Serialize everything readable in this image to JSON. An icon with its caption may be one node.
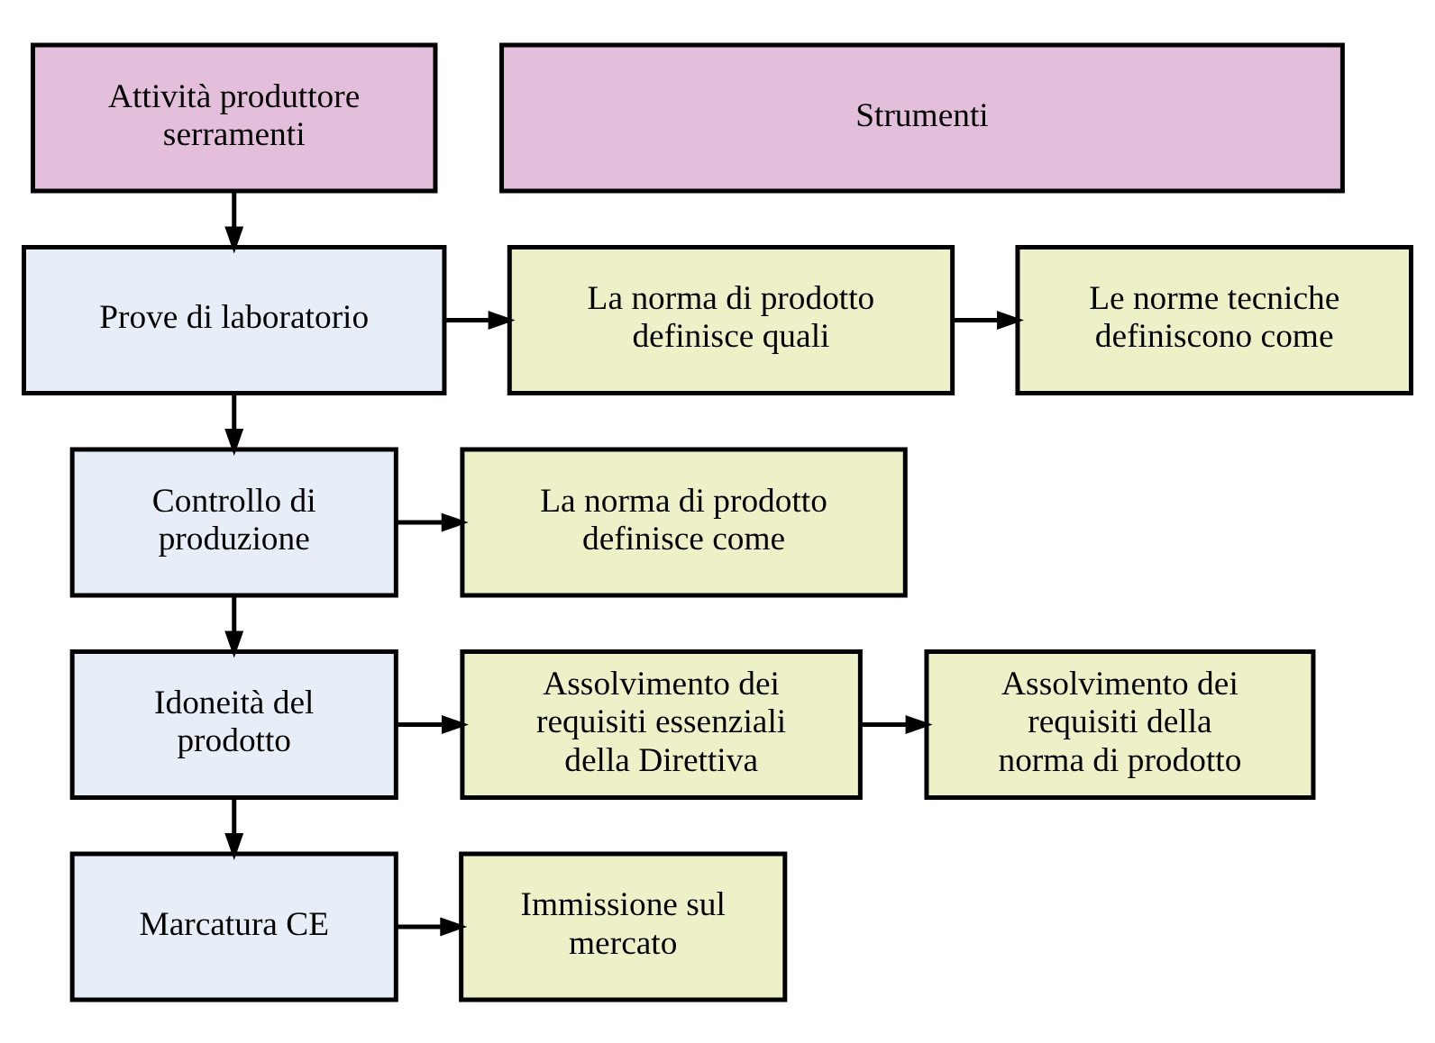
{
  "diagram": {
    "nodes": [
      {
        "text": [
          "Attività produttore serramenti"
        ]
      },
      {
        "text": [
          "Strumenti"
        ]
      },
      {
        "text": [
          "Prove di laboratorio"
        ]
      },
      {
        "text": [
          "La norma di prodotto definisce quali"
        ]
      },
      {
        "text": [
          "Le norme tecniche definiscono come"
        ]
      },
      {
        "text": [
          "Controllo di produzione"
        ]
      },
      {
        "text": [
          "La norma di prodotto definisce come"
        ]
      },
      {
        "text": [
          "Idoneità del prodotto"
        ]
      },
      {
        "text": [
          "Assolvimento dei requisiti essenziali della Direttiva"
        ]
      },
      {
        "text": [
          "Assolvimento dei requisiti della norma di prodotto"
        ]
      },
      {
        "text": [
          "Marcatura CE"
        ]
      },
      {
        "text": [
          "Immissione sul mercato"
        ]
      }
    ],
    "edges": [
      {
        "from": 0,
        "to": 2,
        "arrow": "to"
      },
      {
        "from": 2,
        "to": 3,
        "arrow": "to"
      },
      {
        "from": 3,
        "to": 4,
        "arrow": "to"
      },
      {
        "from": 2,
        "to": 5,
        "arrow": "to"
      },
      {
        "from": 5,
        "to": 6,
        "arrow": "to"
      },
      {
        "from": 5,
        "to": 7,
        "arrow": "to"
      },
      {
        "from": 7,
        "to": 8,
        "arrow": "to"
      },
      {
        "from": 8,
        "to": 9,
        "arrow": "to"
      },
      {
        "from": 7,
        "to": 10,
        "arrow": "to"
      },
      {
        "from": 10,
        "to": 11,
        "arrow": "to"
      }
    ]
  }
}
